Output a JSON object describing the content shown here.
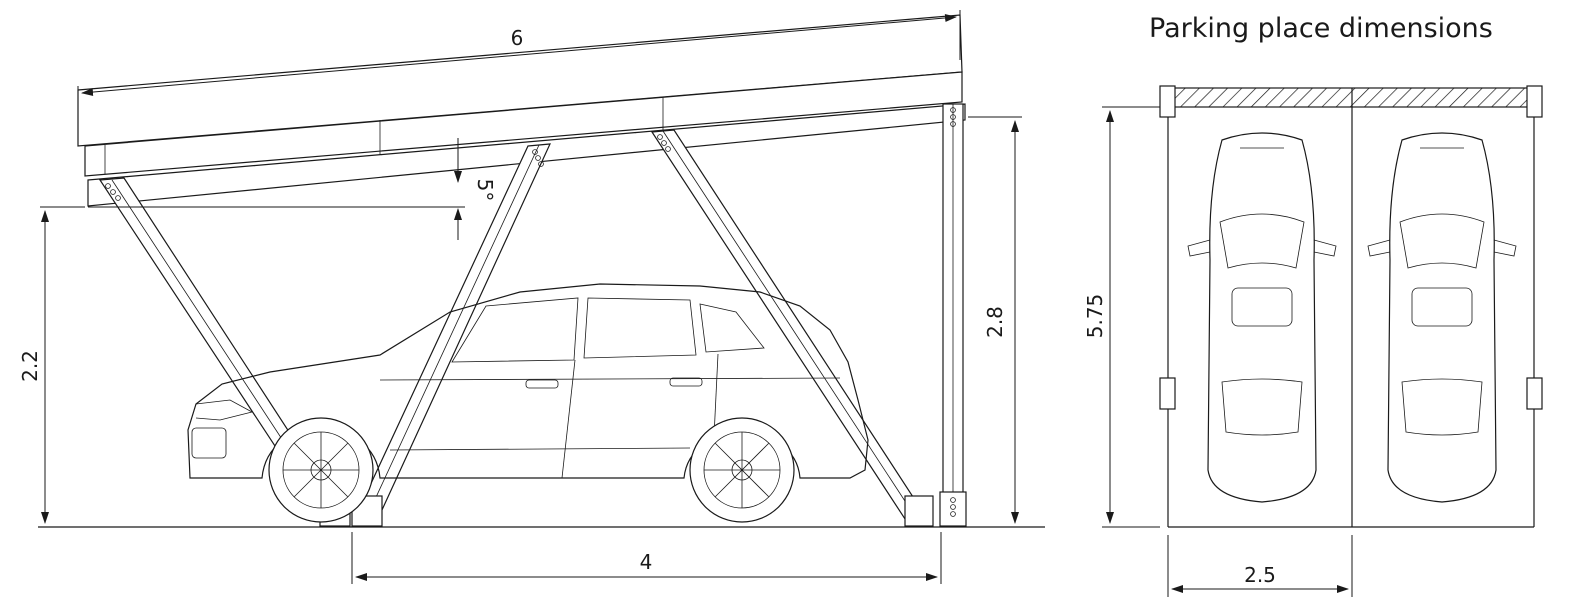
{
  "side_view": {
    "roof_length": "6",
    "roof_angle": "5°",
    "front_height": "2.2",
    "rear_height": "2.8",
    "post_spacing": "4"
  },
  "plan_view": {
    "title": "Parking place dimensions",
    "depth": "5.75",
    "bay_width": "2.5"
  }
}
